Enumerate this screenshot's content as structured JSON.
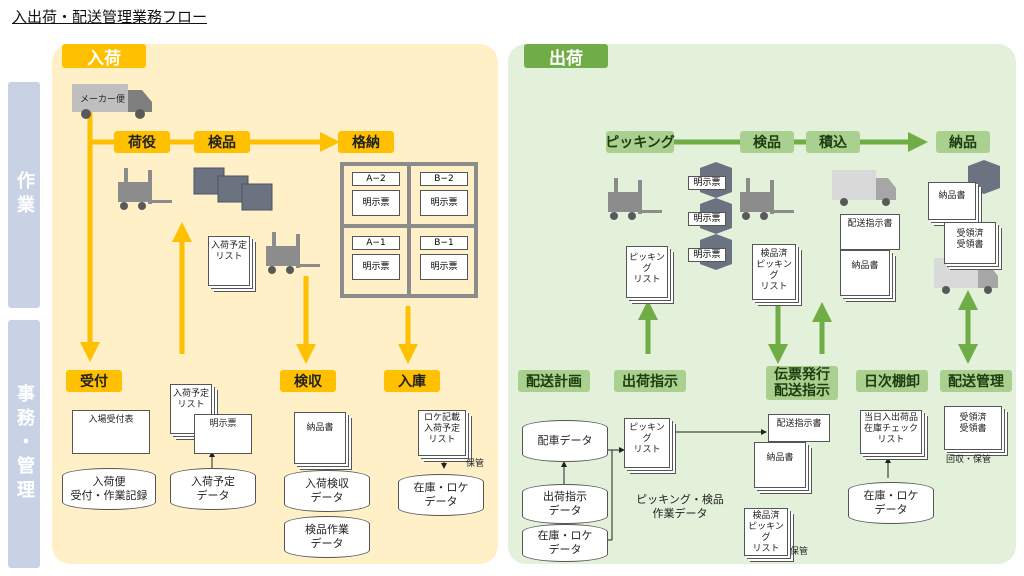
{
  "title": "入出荷・配送管理業務フロー",
  "side_labels": {
    "work": "作業",
    "office": "事務・管理"
  },
  "inbound": {
    "tab": "入荷",
    "truck_label": "メーカー便",
    "steps": {
      "unload": "荷役",
      "inspect": "検品",
      "store": "格納",
      "receive": "受付",
      "check": "検収",
      "stock_in": "入庫"
    },
    "rack": {
      "a2": "A−2",
      "b2": "B−2",
      "a1": "A−1",
      "b1": "B−1",
      "slip": "明示票"
    },
    "docs": {
      "plan_list": "入荷予定\nリスト",
      "reception_sheet": "入場受付表",
      "plan_list2": "入荷予定\nリスト",
      "slip": "明示票",
      "delivery_note": "納品書",
      "loc_list": "ロケ記載\n入荷予定\nリスト",
      "keep": "保管"
    },
    "dbs": {
      "truck_record": "入荷便\n受付・作業記録",
      "plan_data": "入荷予定\nデータ",
      "check_data": "入荷検収\nデータ",
      "inspect_data": "検品作業\nデータ",
      "stock_loc": "在庫・ロケ\nデータ"
    }
  },
  "outbound": {
    "tab": "出荷",
    "steps": {
      "picking": "ピッキング",
      "inspect": "検品",
      "load": "積込",
      "deliver": "納品",
      "plan": "配送計画",
      "instruct": "出荷指示",
      "slip_issue": "伝票発行\n配送指示",
      "inventory": "日次棚卸",
      "manage": "配送管理"
    },
    "slips": {
      "s1": "明示票",
      "s2": "明示票",
      "s3": "明示票"
    },
    "docs": {
      "picking_list": "ピッキング\nリスト",
      "checked_list": "検品済\nピッキング\nリスト",
      "dispatch_sheet": "配送指示書",
      "delivery_note": "納品書",
      "delivery_note2": "納品書",
      "receipt": "受領済\n受領書",
      "picking_list2": "ピッキング\nリスト",
      "dispatch_sheet2": "配送指示書",
      "delivery_note3": "納品書",
      "checked_list2": "検品済\nピッキング\nリスト",
      "keep": "保管",
      "stock_check": "当日入出荷品\n在庫チェック\nリスト",
      "receipt2": "受領済\n受領書",
      "collect": "回収・保管"
    },
    "dbs": {
      "vehicle_data": "配車データ",
      "ship_instr_data": "出荷指示\nデータ",
      "stock_loc": "在庫・ロケ\nデータ",
      "pick_insp_data": "ピッキング・検品\n作業データ",
      "stock_loc2": "在庫・ロケ\nデータ"
    }
  },
  "colors": {
    "yellow": "#ffc000",
    "green": "#70ad47",
    "panel_yellow": "#fff0c8",
    "panel_green": "#e3f0da"
  }
}
